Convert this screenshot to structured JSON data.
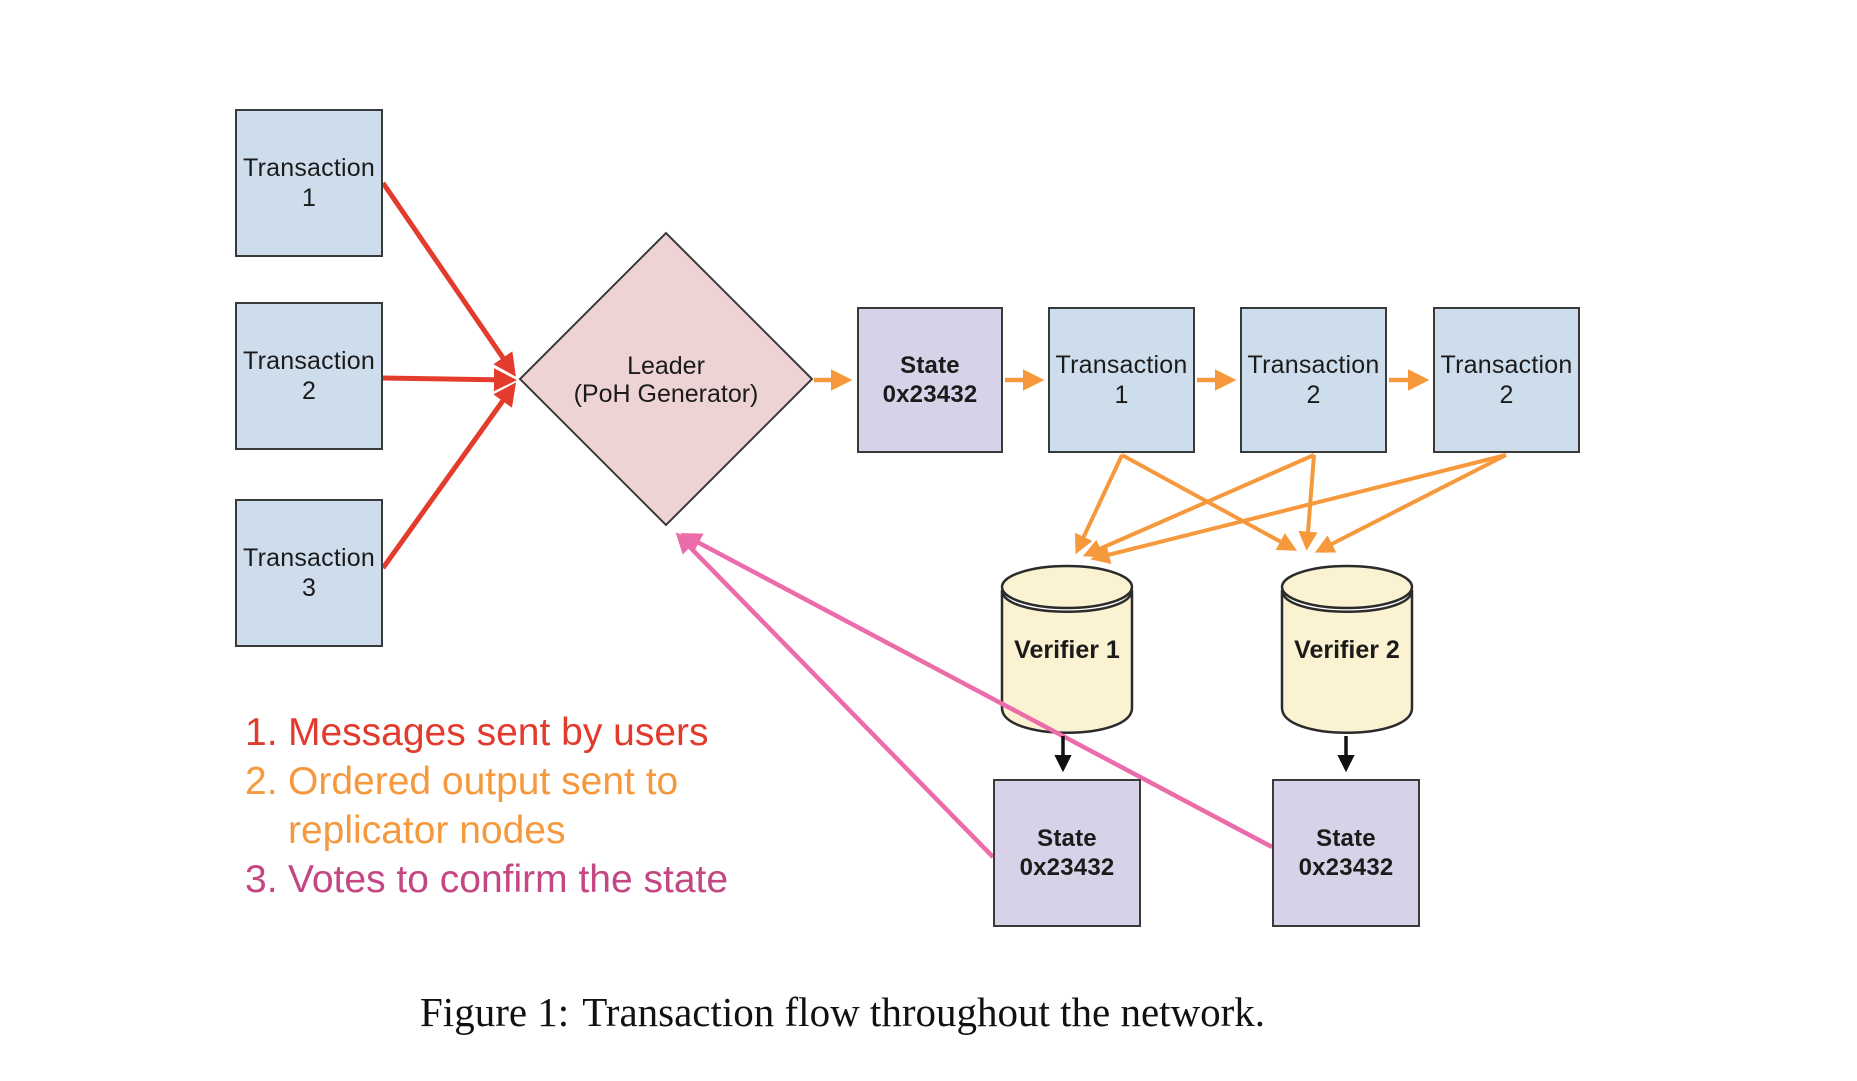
{
  "figure": {
    "caption_prefix": "Figure 1:",
    "caption_text": "Transaction flow throughout the network."
  },
  "nodes": {
    "tx1": {
      "line1": "Transaction",
      "line2": "1"
    },
    "tx2": {
      "line1": "Transaction",
      "line2": "2"
    },
    "tx3": {
      "line1": "Transaction",
      "line2": "3"
    },
    "leader": {
      "line1": "Leader",
      "line2": "(PoH Generator)"
    },
    "state_top": {
      "line1": "State",
      "line2": "0x23432"
    },
    "seq_tx1": {
      "line1": "Transaction",
      "line2": "1"
    },
    "seq_tx2": {
      "line1": "Transaction",
      "line2": "2"
    },
    "seq_tx3": {
      "line1": "Transaction",
      "line2": "2"
    },
    "verifier1": {
      "label": "Verifier 1"
    },
    "verifier2": {
      "label": "Verifier 2"
    },
    "state_v1": {
      "line1": "State",
      "line2": "0x23432"
    },
    "state_v2": {
      "line1": "State",
      "line2": "0x23432"
    }
  },
  "legend": {
    "items": [
      {
        "number": "1.",
        "text": "Messages sent by users",
        "color": "#e23b2e"
      },
      {
        "number": "2.",
        "text": "Ordered output sent to replicator nodes",
        "color": "#f5993c"
      },
      {
        "number": "3.",
        "text": "Votes to confirm the state",
        "color": "#c44682"
      }
    ]
  },
  "colors": {
    "red_arrow": "#e33b2c",
    "orange_arrow": "#f6993c",
    "pink_arrow": "#ec6ba9",
    "black_arrow": "#111111",
    "blue_box_fill": "#cdddec",
    "diamond_fill": "#eed3d5",
    "state_box_fill": "#d7d2e7",
    "cylinder_fill": "#faf2d1",
    "border": "#3a3a3a",
    "background": "#ffffff"
  }
}
